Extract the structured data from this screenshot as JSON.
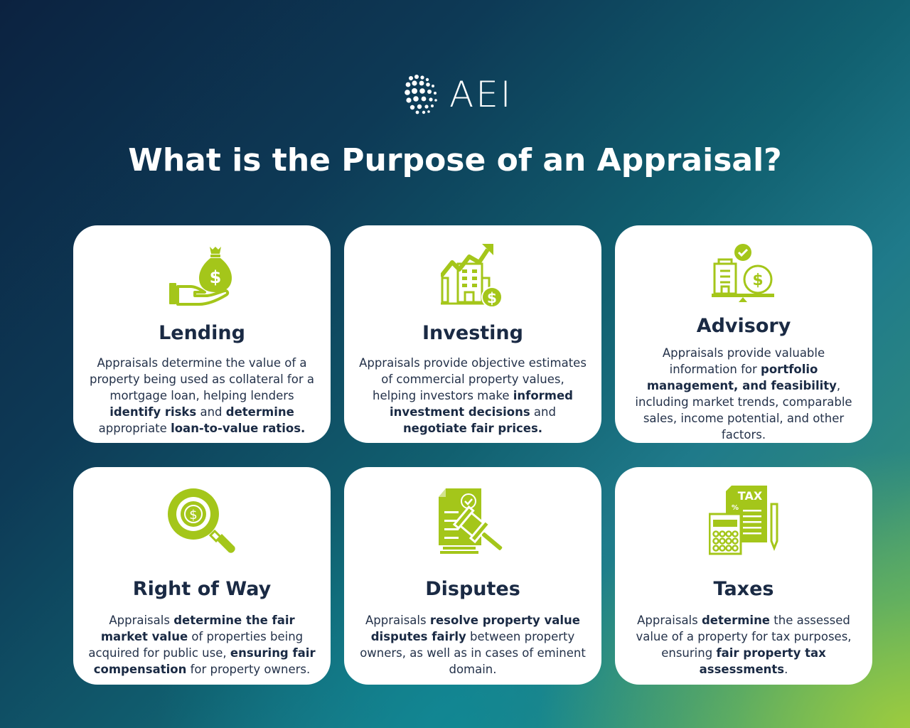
{
  "brand": {
    "logo_text": "AEI",
    "logo_icon": "dotted-globe-icon",
    "accent_color": "#a4c61a",
    "title_color": "#1a2a44"
  },
  "header": {
    "title": "What is the Purpose of an Appraisal?"
  },
  "cards": [
    {
      "title": "Lending",
      "icon": "money-bag-hand-icon",
      "segments": [
        {
          "text": "Appraisals determine the value of a property being used as collateral for a mortgage loan, helping lenders ",
          "bold": false
        },
        {
          "text": "identify risks",
          "bold": true
        },
        {
          "text": " and ",
          "bold": false
        },
        {
          "text": "determine",
          "bold": true
        },
        {
          "text": " appropriate ",
          "bold": false
        },
        {
          "text": "loan-to-value ratios.",
          "bold": true
        }
      ]
    },
    {
      "title": "Investing",
      "icon": "building-growth-icon",
      "segments": [
        {
          "text": "Appraisals provide objective estimates of commercial property values, helping investors make ",
          "bold": false
        },
        {
          "text": "informed investment decisions",
          "bold": true
        },
        {
          "text": " and ",
          "bold": false
        },
        {
          "text": "negotiate fair prices.",
          "bold": true
        }
      ]
    },
    {
      "title": "Advisory",
      "icon": "balance-scale-icon",
      "segments": [
        {
          "text": "Appraisals provide valuable information for ",
          "bold": false
        },
        {
          "text": "portfolio management, and feasibility",
          "bold": true
        },
        {
          "text": ", including market trends, comparable sales, income potential, and other factors.",
          "bold": false
        }
      ]
    },
    {
      "title": "Right of Way",
      "icon": "magnifier-dollar-icon",
      "segments": [
        {
          "text": "Appraisals ",
          "bold": false
        },
        {
          "text": "determine the fair market value",
          "bold": true
        },
        {
          "text": " of properties being acquired for public use, ",
          "bold": false
        },
        {
          "text": "ensuring fair compensation",
          "bold": true
        },
        {
          "text": " for property owners.",
          "bold": false
        }
      ]
    },
    {
      "title": "Disputes",
      "icon": "gavel-document-icon",
      "segments": [
        {
          "text": "Appraisals ",
          "bold": false
        },
        {
          "text": "resolve property value disputes fairly",
          "bold": true
        },
        {
          "text": " between property owners, as well as in cases of eminent domain.",
          "bold": false
        }
      ]
    },
    {
      "title": "Taxes",
      "icon": "tax-calculator-icon",
      "icon_label": "TAX",
      "segments": [
        {
          "text": "Appraisals ",
          "bold": false
        },
        {
          "text": "determine",
          "bold": true
        },
        {
          "text": " the assessed value of a property for tax purposes, ensuring ",
          "bold": false
        },
        {
          "text": "fair property tax assessments",
          "bold": true
        },
        {
          "text": ".",
          "bold": false
        }
      ]
    }
  ]
}
